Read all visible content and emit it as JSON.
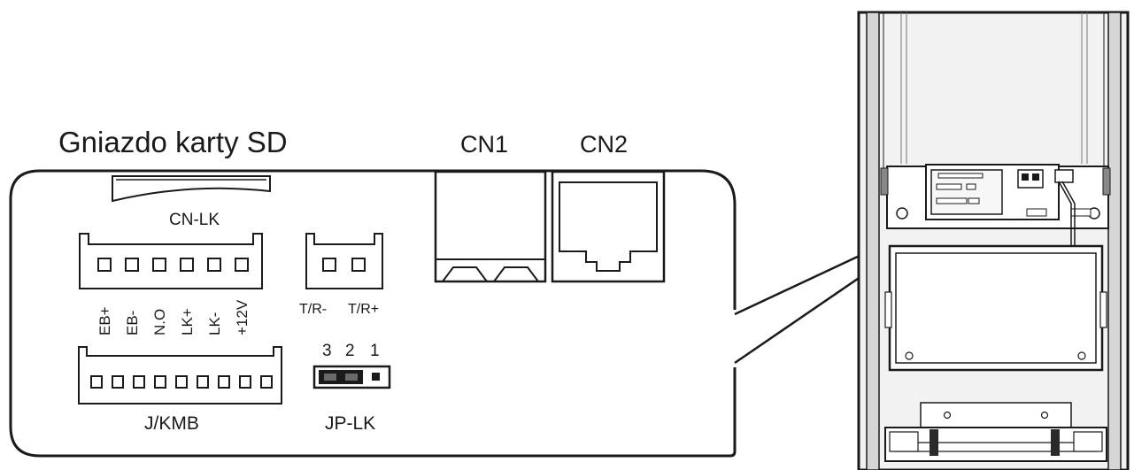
{
  "labels": {
    "sd_slot": "Gniazdo karty SD",
    "cn1": "CN1",
    "cn2": "CN2",
    "cn_lk": "CN-LK",
    "t_r_minus": "T/R-",
    "t_r_plus": "T/R+",
    "j_kmb": "J/KMB",
    "jp_lk": "JP-LK",
    "jumper_pins": [
      "3",
      "2",
      "1"
    ],
    "terminal_pins": [
      "EB+",
      "EB-",
      "N.O",
      "LK+",
      "LK-",
      "+12V"
    ]
  }
}
